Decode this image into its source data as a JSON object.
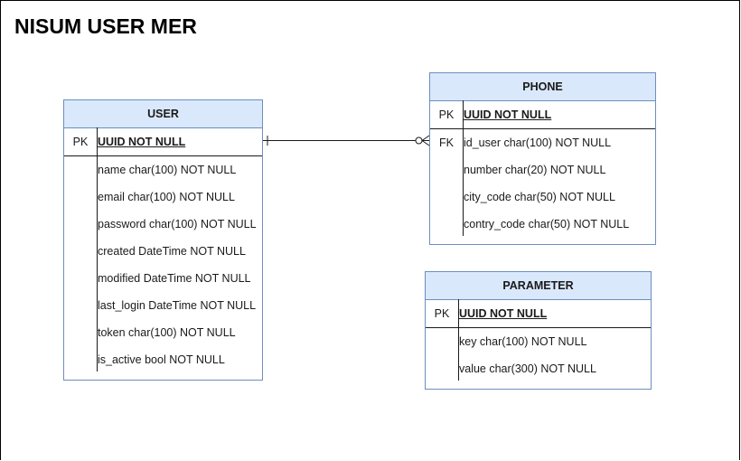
{
  "title": "NISUM USER MER",
  "entities": {
    "user": {
      "name": "USER",
      "pk": {
        "key": "PK",
        "field": "UUID NOT NULL"
      },
      "fields": [
        "name char(100) NOT NULL",
        "email char(100) NOT NULL",
        "password char(100) NOT NULL",
        "created DateTime NOT NULL",
        "modified DateTime NOT NULL",
        "last_login DateTime NOT NULL",
        "token char(100) NOT NULL",
        "is_active bool NOT NULL"
      ]
    },
    "phone": {
      "name": "PHONE",
      "pk": {
        "key": "PK",
        "field": "UUID NOT NULL"
      },
      "fk": {
        "key": "FK",
        "field": "id_user char(100) NOT NULL"
      },
      "fields": [
        "number char(20) NOT NULL",
        "city_code char(50) NOT NULL",
        "contry_code char(50) NOT NULL"
      ]
    },
    "parameter": {
      "name": "PARAMETER",
      "pk": {
        "key": "PK",
        "field": "UUID NOT NULL"
      },
      "fields": [
        "key char(100) NOT NULL",
        "value char(300) NOT NULL"
      ]
    }
  },
  "relationship": {
    "from": "USER",
    "to": "PHONE",
    "from_cardinality": "one",
    "to_cardinality": "zero-or-many"
  },
  "colors": {
    "header_fill": "#dae8fc",
    "border": "#6c8ebf",
    "line": "#1a1a1a"
  }
}
